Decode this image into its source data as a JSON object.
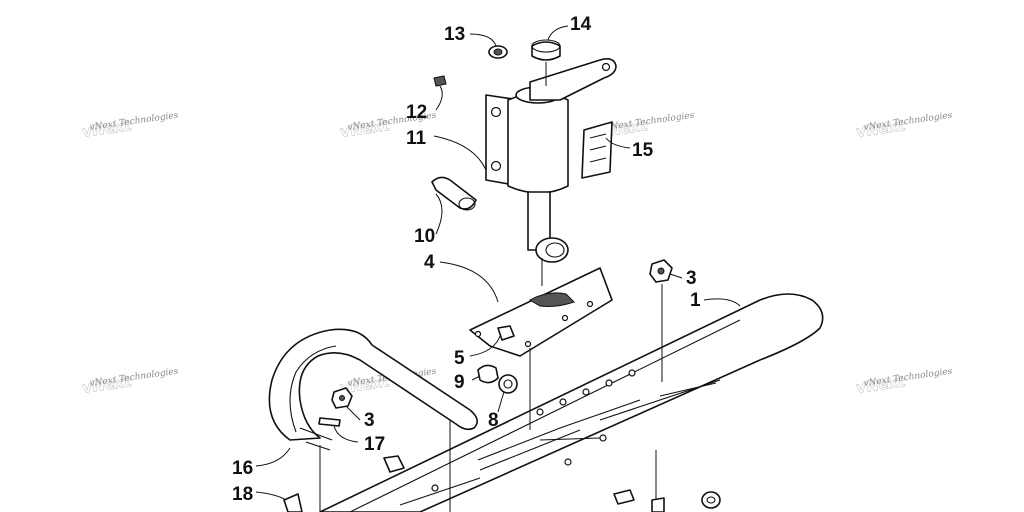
{
  "callouts": [
    {
      "id": "c13",
      "label": "13"
    },
    {
      "id": "c14",
      "label": "14"
    },
    {
      "id": "c12",
      "label": "12"
    },
    {
      "id": "c11",
      "label": "11"
    },
    {
      "id": "c15",
      "label": "15"
    },
    {
      "id": "c10",
      "label": "10"
    },
    {
      "id": "c4",
      "label": "4"
    },
    {
      "id": "c3a",
      "label": "3"
    },
    {
      "id": "c1",
      "label": "1"
    },
    {
      "id": "c5",
      "label": "5"
    },
    {
      "id": "c9",
      "label": "9"
    },
    {
      "id": "c8",
      "label": "8"
    },
    {
      "id": "c3b",
      "label": "3"
    },
    {
      "id": "c17",
      "label": "17"
    },
    {
      "id": "c16",
      "label": "16"
    },
    {
      "id": "c18",
      "label": "18"
    }
  ],
  "watermark": {
    "text": "vNext Technologies",
    "ghost": "vNext"
  },
  "colors": {
    "line": "#111111",
    "background": "#ffffff",
    "watermark": "#888888"
  }
}
